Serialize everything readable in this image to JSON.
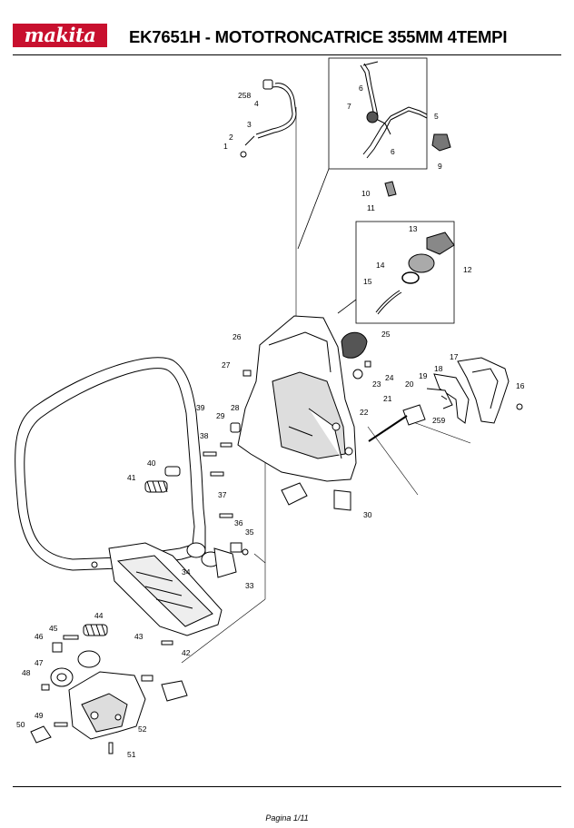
{
  "header": {
    "brand": "makita",
    "title": "EK7651H - MOTOTRONCATRICE 355MM 4TEMPI"
  },
  "footer": {
    "page_label": "Pagina 1/11"
  },
  "colors": {
    "brand_red": "#c8102e"
  },
  "parts": [
    "258",
    "4",
    "3",
    "2",
    "1",
    "6",
    "7",
    "5",
    "6",
    "9",
    "10",
    "11",
    "13",
    "14",
    "12",
    "15",
    "26",
    "25",
    "27",
    "24",
    "23",
    "17",
    "18",
    "19",
    "16",
    "20",
    "21",
    "259",
    "22",
    "39",
    "29",
    "28",
    "38",
    "40",
    "41",
    "37",
    "30",
    "36",
    "35",
    "34",
    "33",
    "43",
    "42",
    "44",
    "45",
    "46",
    "47",
    "48",
    "49",
    "50",
    "52",
    "51"
  ]
}
